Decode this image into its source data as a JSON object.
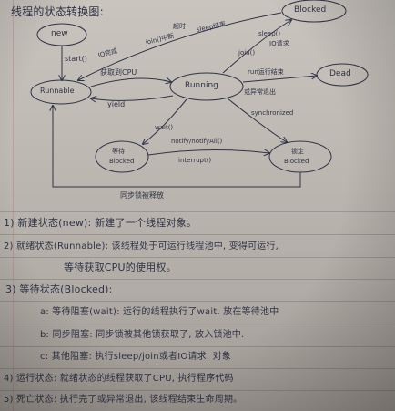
{
  "diagram": {
    "title": "线程的状态转换图:",
    "nodes": {
      "new": "new",
      "runnable": "Runnable",
      "running": "Running",
      "blocked_top": "Blocked",
      "dead": "Dead",
      "waiting_blocked": [
        "等待",
        "Blocked"
      ],
      "lock_blocked": [
        "锁定",
        "Blocked"
      ]
    },
    "edges": {
      "start": "start()",
      "io_end": "IO完成",
      "join_end": "join()中断",
      "sleep_timeout": "sleep结束",
      "timeout": "超时",
      "sleep": "sleep()",
      "io_request": "IO请求",
      "join": "join()",
      "get_cpu": "获取到CPU",
      "yield": "yield",
      "run_end": "run运行结束",
      "or_exception": "或异常退出",
      "wait": "wait()",
      "notify": "notify/notifyAll()",
      "interrupt": "interrupt()",
      "synchronized": "synchronized",
      "lock_released": "同步锁被释放"
    }
  },
  "notes": [
    "1) 新建状态(new): 新建了一个线程对象。",
    "2) 就绪状态(Runnable): 该线程处于可运行线程池中, 变得可运行,",
    "等待获取CPU的使用权。",
    "3) 等待状态(Blocked):",
    "a: 等待阻塞(wait): 运行的线程执行了wait. 放在等待池中",
    "b: 同步阻塞: 同步锁被其他锁获取了, 放入锁池中.",
    "c: 其他阻塞: 执行sleep/join或者IO请求. 对象",
    "4) 运行状态: 就绪状态的线程获取了CPU, 执行程序代码",
    "5) 死亡状态: 执行完了或异常退出, 该线程结束生命周期。"
  ]
}
